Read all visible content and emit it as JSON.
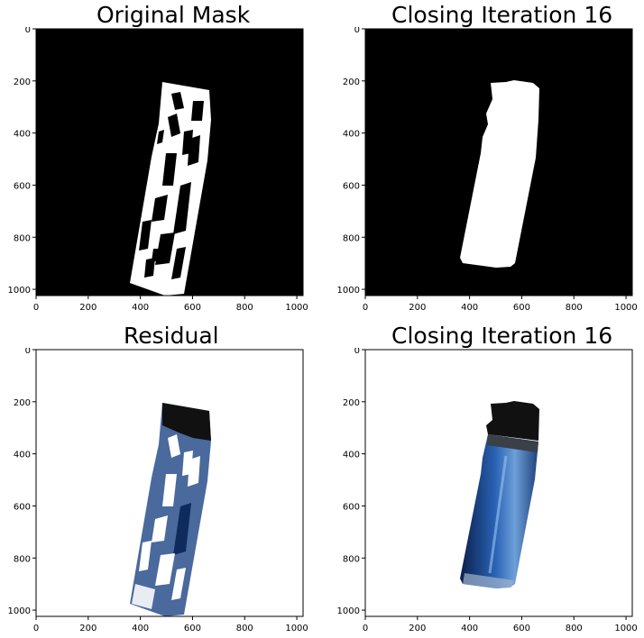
{
  "figure": {
    "panels": [
      {
        "title": "Original Mask",
        "kind": "mask-raw"
      },
      {
        "title": "Closing Iteration 16",
        "kind": "mask-closed"
      },
      {
        "title": "Residual",
        "kind": "residual"
      },
      {
        "title": "Closing Iteration 16",
        "kind": "photo"
      }
    ],
    "x_ticks": [
      "0",
      "200",
      "400",
      "600",
      "800",
      "1000"
    ],
    "y_ticks": [
      "0",
      "200",
      "400",
      "600",
      "800",
      "1000"
    ],
    "x_range": [
      0,
      1024
    ],
    "y_range": [
      0,
      1024
    ]
  },
  "colors": {
    "mask_background": "#000000",
    "mask_foreground": "#ffffff",
    "lighter_blue_dark": "#0b1f4a",
    "lighter_blue": "#1d4f9a",
    "lighter_cap": "#111111"
  }
}
